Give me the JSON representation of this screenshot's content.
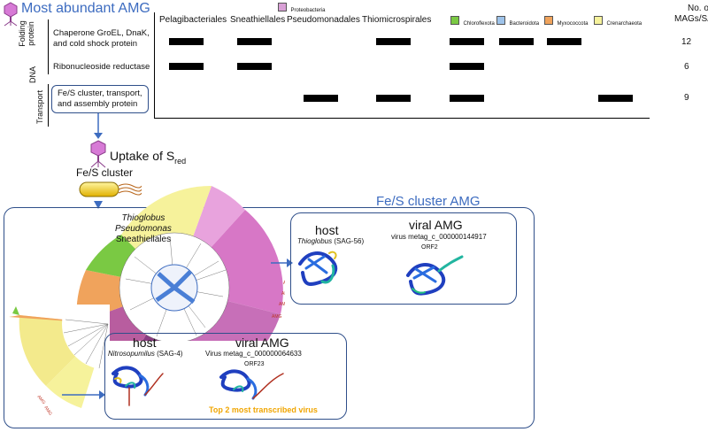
{
  "header": {
    "title": "Most abundant AMG",
    "count_header_line1": "No. of",
    "count_header_line2": "MAGs/SAGs"
  },
  "legend": [
    {
      "label": "Proteobacteria",
      "color": "#d9a0d6"
    },
    {
      "label": "Chloroflexota",
      "color": "#7ac943"
    },
    {
      "label": "Bacteroidota",
      "color": "#9ec3ea"
    },
    {
      "label": "Myxococcota",
      "color": "#f0a35c"
    },
    {
      "label": "Crenarchaeota",
      "color": "#f6f29b"
    }
  ],
  "columns": [
    "Pelagibacteriales",
    "Sneathiellales",
    "Pseudomonadales",
    "Thiomicrospirales"
  ],
  "categories": {
    "folding": "Folding protein",
    "dna": "DNA",
    "transport": "Transport"
  },
  "rows": [
    {
      "label_lines": [
        "Chaperone GroEL, DnaK,",
        "and cold shock protein"
      ],
      "count": "12"
    },
    {
      "label_lines": [
        "Ribonucleoside reductase"
      ],
      "count": "6"
    },
    {
      "label_lines": [
        "Fe/S cluster, transport,",
        "and assembly protein"
      ],
      "count": "9"
    }
  ],
  "uptake": {
    "text": "Uptake of S",
    "sub": "red",
    "cluster_label": "Fe/S cluster"
  },
  "main_panel": {
    "title": "Fe/S cluster AMG"
  },
  "tree": {
    "labels": [
      "Thioglobus",
      "Pseudomonas",
      "Sneathiellales"
    ],
    "amg_marker": "AMG"
  },
  "panel_a": {
    "host_title": "host",
    "host_sub_italic": "Thioglobus",
    "host_sub_rest": " (SAG-56)",
    "viral_title": "viral AMG",
    "viral_sub": "virus metag_c_000000144917",
    "orf": "ORF2"
  },
  "panel_b": {
    "host_title": "host",
    "host_sub_italic": "Nitrosopumilus",
    "host_sub_rest": " (SAG-4)",
    "viral_title": "viral AMG",
    "viral_sub": "Virus metag_c_000000064633",
    "orf": "ORF23",
    "note": "Top 2 most transcribed virus"
  }
}
